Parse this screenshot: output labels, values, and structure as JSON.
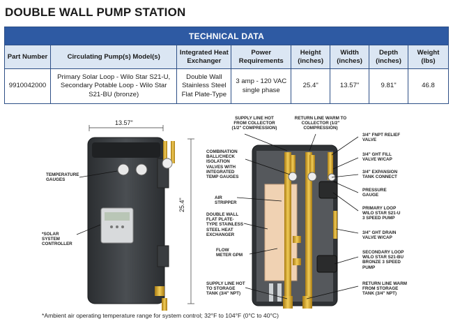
{
  "title": "DOUBLE WALL PUMP STATION",
  "table": {
    "band": "TECHNICAL DATA",
    "headers": {
      "part": "Part Number",
      "pumps": "Circulating Pump(s) Model(s)",
      "hx": "Integrated Heat Exchanger",
      "power": "Power Requirements",
      "height": "Height (inches)",
      "width": "Width (inches)",
      "depth": "Depth (inches)",
      "weight": "Weight (lbs)"
    },
    "row": {
      "part": "9910042000",
      "pumps": "Primary Solar Loop - Wilo Star S21-U, Secondary Potable Loop - Wilo Star S21-BU (bronze)",
      "hx": "Double Wall Stainless Steel Flat Plate-Type",
      "power": "3 amp - 120 VAC single phase",
      "height": "25.4\"",
      "width": "13.57\"",
      "depth": "9.81\"",
      "weight": "46.8"
    }
  },
  "diagram": {
    "dim_width": "13.57\"",
    "dim_height": "25.4\"",
    "labels": {
      "temp_gauges": "TEMPERATURE GAUGES",
      "solar_controller": "*SOLAR SYSTEM CONTROLLER",
      "supply_hot": "SUPPLY LINE HOT FROM COLLECTOR (1/2\" COMPRESSION)",
      "return_warm_collector": "RETURN LINE WARM TO COLLECTOR (1/2\" COMPRESSION)",
      "combination": "COMBINATION BALL/CHECK ISOLATION VALVES WITH INTEGRATED TEMP GAUGES",
      "air_stripper": "AIR STRIPPER",
      "double_wall": "DOUBLE WALL FLAT PLATE-TYPE STAINLESS STEEL HEAT EXCHANGER",
      "flow_meter": "FLOW METER GPM",
      "supply_storage": "SUPPLY LINE HOT TO STORAGE TANK (3/4\" NPT)",
      "return_storage": "RETURN LINE WARM FROM STORAGE TANK (3/4\" NPT)",
      "relief_valve": "3/4\" FNPT RELIEF VALVE",
      "ght_fill": "3/4\" GHT FILL VALVE W/CAP",
      "expansion": "3/4\" EXPANSION TANK CONNECT",
      "pressure": "PRESSURE GAUGE",
      "primary_loop": "PRIMARY LOOP WILO STAR S21-U 3 SPEED PUMP",
      "ght_drain": "3/4\" GHT DRAIN VALVE W/CAP",
      "secondary_loop": "SECONDARY LOOP WILO STAR S21-BU BRONZE 3 SPEED PUMP"
    }
  },
  "footnote": "*Ambient air operating temperature range for system control; 32°F to 104°F (0°C to 40°C)",
  "colors": {
    "band": "#2e5aa3",
    "header_bg": "#dbe6f3",
    "border": "#2d4f86",
    "brass": "#d4a12a",
    "cabinet": "#3a3d40"
  }
}
